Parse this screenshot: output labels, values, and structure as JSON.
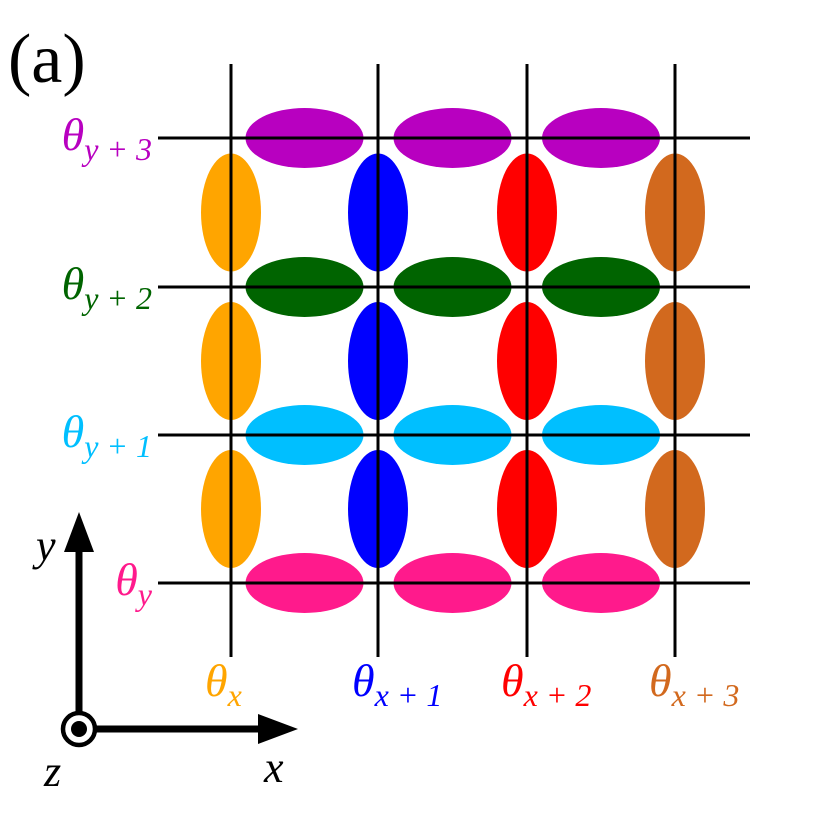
{
  "panel_label": "(a)",
  "rows": [
    {
      "theta": "θ",
      "sub": "y",
      "color": "#ff1a8c"
    },
    {
      "theta": "θ",
      "sub": "y + 1",
      "color": "#00bfff"
    },
    {
      "theta": "θ",
      "sub": "y + 2",
      "color": "#006400"
    },
    {
      "theta": "θ",
      "sub": "y + 3",
      "color": "#b800c0"
    }
  ],
  "columns": [
    {
      "theta": "θ",
      "sub": "x",
      "color": "#ffa500"
    },
    {
      "theta": "θ",
      "sub": "x + 1",
      "color": "#0000ff"
    },
    {
      "theta": "θ",
      "sub": "x + 2",
      "color": "#ff0000"
    },
    {
      "theta": "θ",
      "sub": "x + 3",
      "color": "#d2691e"
    }
  ],
  "axes": {
    "x_label": "x",
    "y_label": "y",
    "z_label": "z"
  },
  "line_color": "#000000"
}
